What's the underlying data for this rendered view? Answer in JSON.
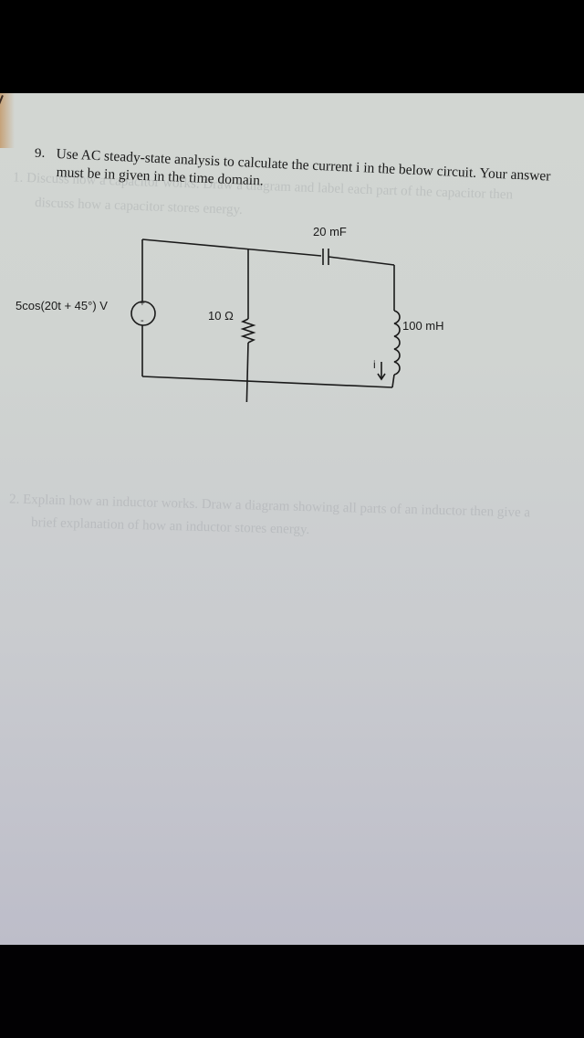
{
  "question": {
    "number": "9.",
    "line1": "Use AC steady-state analysis to calculate the current i in the below circuit.  Your answer",
    "line2": "must be in given in the time domain."
  },
  "ghost_text": {
    "q1_a": "1.   Discuss how a capacitor works. Draw a diagram and label each part of the capacitor then",
    "q1_b": "discuss how a capacitor stores energy.",
    "q2_a": "2.   Explain how an inductor works. Draw a diagram showing all parts of an inductor then give a",
    "q2_b": "brief explanation of how an inductor stores energy."
  },
  "circuit": {
    "source_label": "5cos(20t + 45°) V",
    "source_plus": "+",
    "source_minus": "-",
    "resistor_label": "10 Ω",
    "capacitor_label": "20 mF",
    "inductor_label": "100 mH",
    "current_label": "i"
  }
}
